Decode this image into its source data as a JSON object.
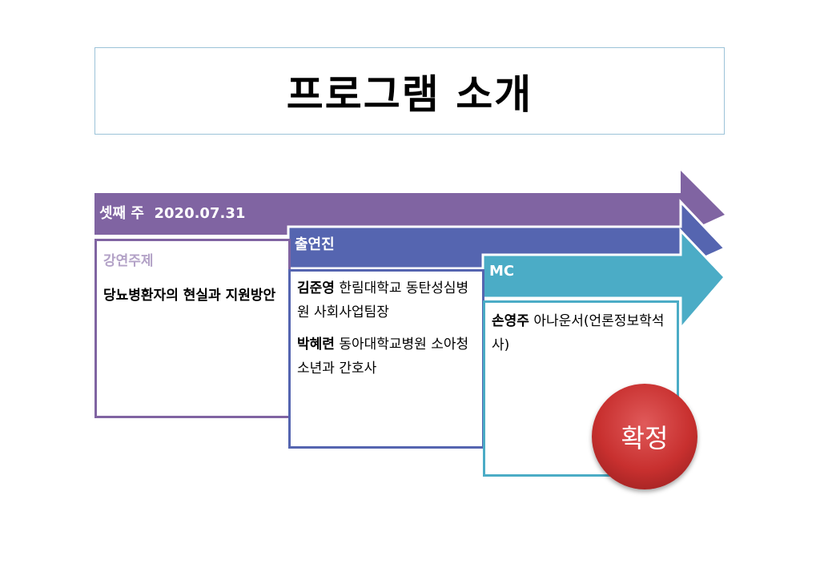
{
  "title": "프로그램 소개",
  "colors": {
    "purple": "#8064a2",
    "blue": "#5565b0",
    "teal": "#4bacc6",
    "badge_red": "#c8302f"
  },
  "week": {
    "label": "셋째 주",
    "date": "2020.07.31"
  },
  "lecture": {
    "heading": "강연주제",
    "topic": "당뇨병환자의 현실과 지원방안"
  },
  "speakers": {
    "heading": "출연진",
    "people": [
      {
        "name": "김준영",
        "desc": " 한림대학교 동탄성심병원 사회사업팀장"
      },
      {
        "name": "박혜련",
        "desc": " 동아대학교병원 소아청소년과 간호사"
      }
    ]
  },
  "mc": {
    "heading": "MC",
    "name": "손영주",
    "desc": " 아나운서(언론정보학석사)"
  },
  "badge": "확정"
}
